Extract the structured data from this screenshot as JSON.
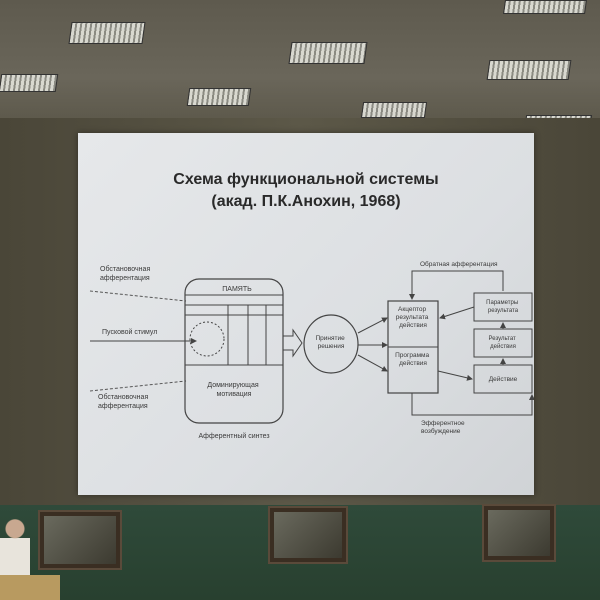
{
  "slide": {
    "title_line1": "Схема функциональной системы",
    "title_line2": "(акад. П.К.Анохин, 1968)"
  },
  "diagram": {
    "env_afferent_top": [
      "Обстановочная",
      "афферентация"
    ],
    "trigger_stimulus": "Пусковой стимул",
    "env_afferent_bottom": [
      "Обстановочная",
      "афферентация"
    ],
    "memory": "ПАМЯТЬ",
    "motivation": [
      "Доминирующая",
      "мотивация"
    ],
    "afferent_synthesis": "Афферентный синтез",
    "decision": [
      "Принятие",
      "решения"
    ],
    "acceptor": [
      "Акцептор",
      "результата",
      "действия"
    ],
    "program": [
      "Программа",
      "действия"
    ],
    "feedback": "Обратная афферентация",
    "result_params": [
      "Параметры",
      "результата"
    ],
    "result": [
      "Результат",
      "действия"
    ],
    "action": "Действие",
    "efferent": [
      "Эфферентное",
      "возбуждение"
    ]
  }
}
